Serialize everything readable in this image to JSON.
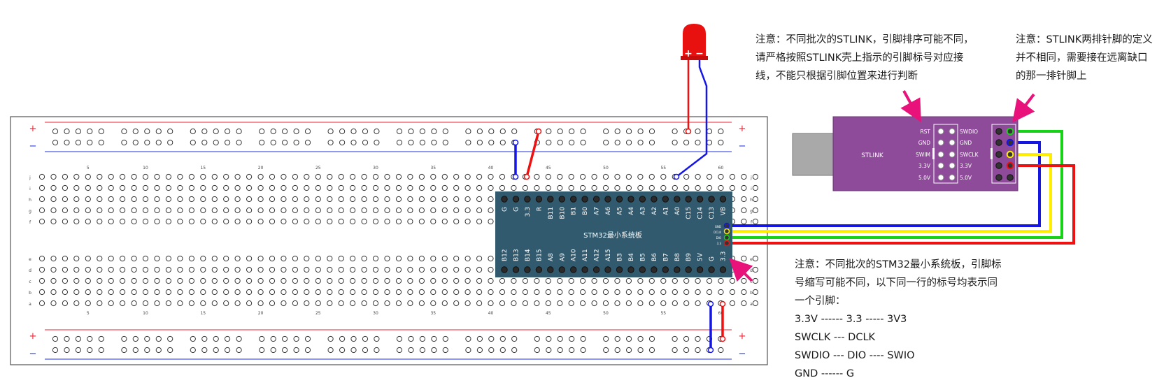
{
  "breadboard": {
    "rail_plus": "+",
    "rail_minus": "−",
    "column_numbers": [
      "5",
      "10",
      "15",
      "20",
      "25",
      "30",
      "35",
      "40",
      "45",
      "50",
      "55",
      "60"
    ],
    "row_letters_top": [
      "j",
      "i",
      "h",
      "g",
      "f"
    ],
    "row_letters_bottom": [
      "e",
      "d",
      "c",
      "b",
      "a"
    ]
  },
  "stm32": {
    "title": "STM32最小系统板",
    "top_pins": [
      "G",
      "G",
      "3.3",
      "R",
      "B11",
      "B10",
      "B1",
      "B0",
      "A7",
      "A6",
      "A5",
      "A4",
      "A3",
      "A2",
      "A1",
      "A0",
      "C15",
      "C14",
      "C13",
      "VB"
    ],
    "bottom_pins": [
      "B12",
      "B13",
      "B14",
      "B15",
      "A8",
      "A9",
      "A10",
      "A11",
      "A12",
      "A15",
      "B3",
      "B4",
      "B5",
      "B6",
      "B7",
      "B8",
      "B9",
      "5V",
      "G",
      "3.3"
    ],
    "swd_labels": [
      "GND",
      "DCLK",
      "DIO",
      "3.3"
    ]
  },
  "led": {
    "plus": "+",
    "minus": "−"
  },
  "stlink": {
    "name": "STLINK",
    "left_labels": [
      "RST",
      "GND",
      "SWIM",
      "3.3V",
      "5.0V"
    ],
    "right_labels": [
      "SWDIO",
      "GND",
      "SWCLK",
      "3.3V",
      "5.0V"
    ]
  },
  "wire_colors": {
    "green": "#17d317",
    "blue": "#1515e6",
    "yellow": "#ffee00",
    "red": "#ee1111"
  },
  "notes": {
    "stlink_pin_order": [
      "注意：不同批次的STLINK，引脚排序可能不同，",
      "请严格按照STLINK壳上指示的引脚标号对应接",
      "线，不能只根据引脚位置来进行判断"
    ],
    "stlink_rows": [
      "注意：STLINK两排针脚的定义",
      "并不相同，需要接在远离缺口",
      "的那一排针脚上"
    ],
    "stm32_pins": [
      "注意：不同批次的STM32最小系统板，引脚标",
      "号缩写可能不同，以下同一行的标号均表示同",
      "一个引脚：",
      "3.3V ------ 3.3 ----- 3V3",
      "SWCLK --- DCLK",
      "SWDIO --- DIO ---- SWIO",
      "GND ------ G"
    ]
  }
}
